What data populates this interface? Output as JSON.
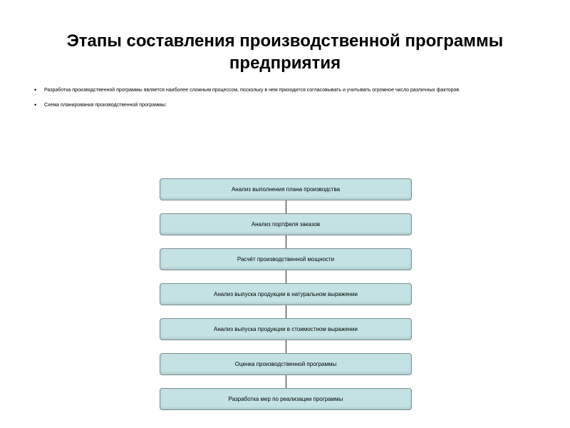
{
  "slide": {
    "title": "Этапы составления производственной программы предприятия",
    "bullets": [
      "Разработка производственной программы является наиболее сложным процессом, поскольку в нем приходится согласовывать и учитывать огромное число различных факторов.",
      "Схема планирования производственной программы:"
    ]
  },
  "diagram": {
    "steps": [
      "Анализ выполнения плана производства",
      "Анализ портфеля заказов",
      "Расчёт производственной мощности",
      "Анализ выпуска продукции в натуральном выражении",
      "Анализ выпуска продукции в стоимостном выражении",
      "Оценка производственной программы",
      "Разработка мер по реализации программы"
    ],
    "colors": {
      "box_fill": "#c4e2e4",
      "box_border": "#7d8f91",
      "connector": "#222222"
    }
  }
}
